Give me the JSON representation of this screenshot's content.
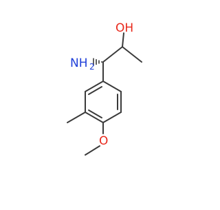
{
  "molecule": {
    "atoms": {
      "oh": {
        "label": "OH",
        "color": "#e8291c"
      },
      "nh2": {
        "label_main": "NH",
        "label_sub": "2",
        "color": "#1f3fd9"
      },
      "o_methoxy": {
        "label": "O",
        "color": "#e8291c"
      }
    },
    "bond_color": "#3a3a3a"
  }
}
